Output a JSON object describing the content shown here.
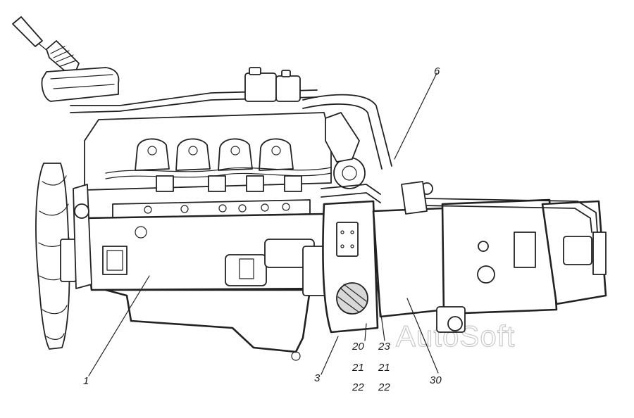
{
  "callouts": [
    {
      "id": "1",
      "text": "1"
    },
    {
      "id": "3",
      "text": "3"
    },
    {
      "id": "6",
      "text": "6"
    },
    {
      "id": "20",
      "text": "20"
    },
    {
      "id": "21a",
      "text": "21"
    },
    {
      "id": "22a",
      "text": "22"
    },
    {
      "id": "23",
      "text": "23"
    },
    {
      "id": "21b",
      "text": "21"
    },
    {
      "id": "22b",
      "text": "22"
    },
    {
      "id": "30",
      "text": "30"
    }
  ],
  "watermark": "AutoSoft"
}
